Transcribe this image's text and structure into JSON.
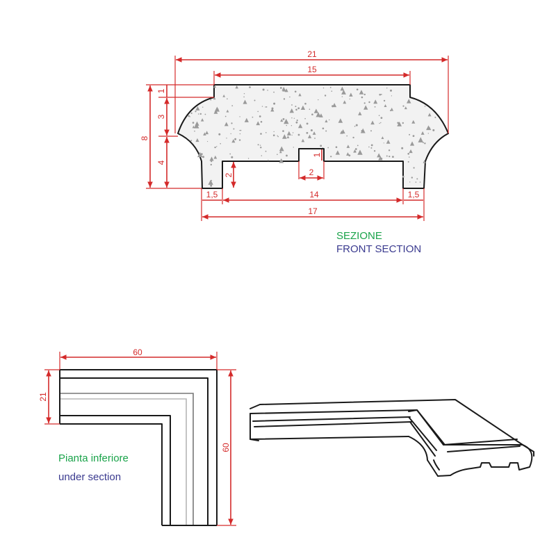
{
  "front_section": {
    "labels": {
      "title_it": "SEZIONE",
      "title_en": "FRONT SECTION"
    },
    "dimensions": {
      "total_width": "21",
      "top_width": "15",
      "base_width": "17",
      "inner_width": "14",
      "left_foot": "1,5",
      "right_foot": "1,5",
      "total_height": "8",
      "top_step": "1",
      "curve_height": "3",
      "lower_height": "4",
      "rebate_height": "2",
      "groove_width": "2",
      "groove_depth": "1"
    }
  },
  "under_section": {
    "labels": {
      "title_it": "Pianta inferiore",
      "title_en": "under section"
    },
    "dimensions": {
      "length_horizontal": "60",
      "length_vertical": "60",
      "depth": "21"
    }
  },
  "colors": {
    "dimension": "#d42a2a",
    "outline": "#1a1a1a",
    "label_it": "#1aa34a",
    "label_en": "#3a3a8f",
    "fill_stone": "#f2f2f2",
    "speckle": "#9a9a9a"
  }
}
